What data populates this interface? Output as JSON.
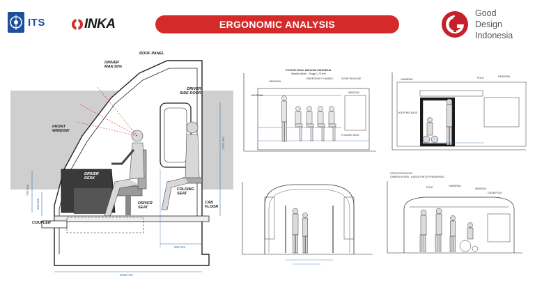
{
  "header": {
    "its_logo_text": "ITS",
    "inka_logo_text": "INKA",
    "title": "ERGONOMIC ANALYSIS",
    "gdi_line1": "Good",
    "gdi_line2": "Design",
    "gdi_line3": "Indonesia"
  },
  "cab_diagram": {
    "labels": {
      "roof_panel": "ROOF PANEL",
      "driver_man": "DRIVER\nMAN 50%",
      "driver_side_door": "DRIVER\nSIDE DOOR",
      "front_window": "FRONT\nWINDOW",
      "driver_desk": "DRIVER\nDESK",
      "driver_seat": "DRIVER\nSEAT",
      "folding_seat": "FOLDING\nSEAT",
      "cab_floor": "CAB\nFLOOR",
      "coupler": "COUPLER"
    },
    "dims": {
      "h_1720": "1720 mm",
      "h_700": "700 mm",
      "h_420": "420 mm",
      "w_600": "600 mm",
      "w_2040": "2040 mm"
    }
  },
  "top_center": {
    "title_line1": "POSTUR IDEAL MANUSIA INDONESIA",
    "title_line2": "Wanita Wihite - Tinggi 1.78 mm",
    "labels": [
      "HEADRAIL",
      "HANDRAIL",
      "EMERGENCY HANDLE",
      "DOOR RELEASE",
      "FOLDING SEAT",
      "WINDOW"
    ]
  },
  "top_right": {
    "labels": [
      "HANDRAIL",
      "POLE",
      "HEADRAIL",
      "DOOR RELEASE"
    ]
  },
  "bottom_right": {
    "title_line1": "STUDI ERGONOMI",
    "title_line2": "DIMENSI KURSI - KASUS PINTU PENUMPANG",
    "labels": [
      "POLE",
      "HANDRAIL",
      "WINDOW",
      "GRAB POLE"
    ]
  }
}
